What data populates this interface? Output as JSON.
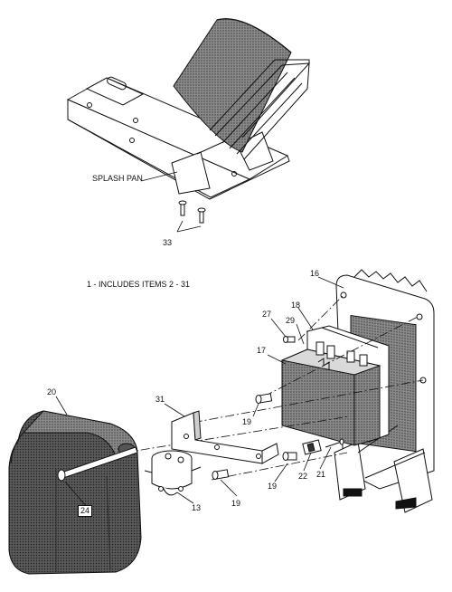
{
  "labels": {
    "splash_pan": "SPLASH PAN",
    "includes_note": "1 -  INCLUDES ITEMS 2 - 31",
    "callout_33": "33",
    "callout_16": "16",
    "callout_18": "18",
    "callout_27": "27",
    "callout_29": "29",
    "callout_17": "17",
    "callout_20": "20",
    "callout_31": "31",
    "callout_19_upper": "19",
    "callout_19_mid": "19",
    "callout_19_lower": "19",
    "callout_22": "22",
    "callout_21": "21",
    "callout_13": "13",
    "callout_24": "24"
  },
  "colors": {
    "ink": "#111111",
    "shade": "#7a7a7a",
    "dark_shade": "#4d4d4d",
    "paper": "#ffffff"
  }
}
